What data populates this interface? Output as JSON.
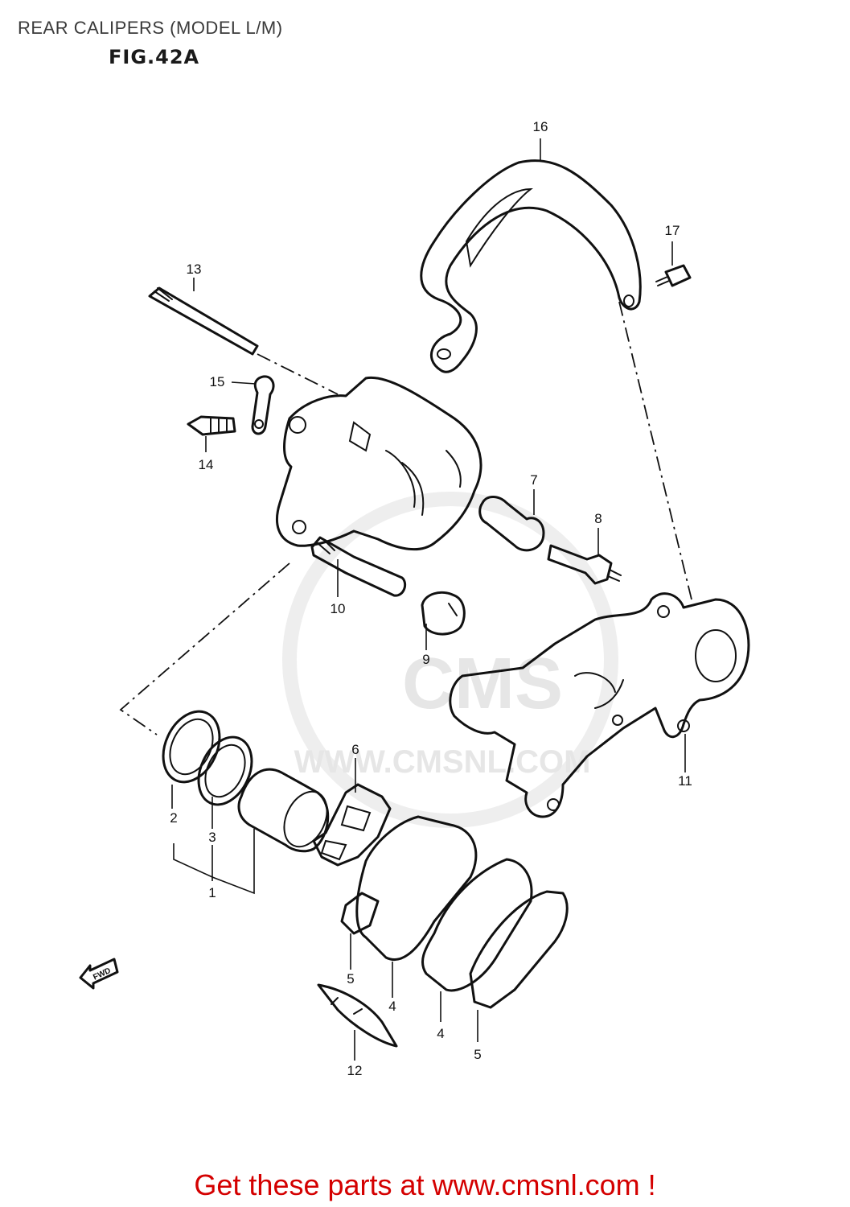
{
  "header": {
    "title": "REAR CALIPERS (MODEL L/M)",
    "figure": "FIG.42A"
  },
  "watermark": {
    "logo": "CMS",
    "url": "WWW.CMSNL.COM"
  },
  "fwd_label": "FWD",
  "callouts": [
    "1",
    "2",
    "3",
    "4",
    "4",
    "5",
    "5",
    "6",
    "7",
    "8",
    "9",
    "10",
    "11",
    "12",
    "13",
    "14",
    "15",
    "16",
    "17"
  ],
  "footer": {
    "text": "Get these parts at www.cmsnl.com !"
  }
}
